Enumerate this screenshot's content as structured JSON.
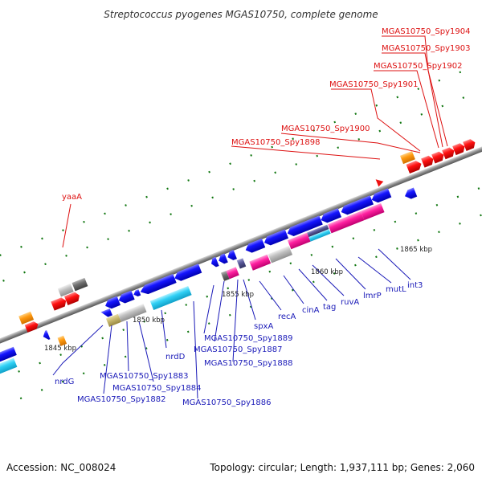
{
  "title": "Streptococcus pyogenes MGAS10750, complete genome",
  "footer": {
    "accession": "Accession: NC_008024",
    "summary": "Topology: circular; Length: 1,937,111 bp; Genes: 2,060"
  },
  "colors": {
    "red_label": "#dd1111",
    "blue_label": "#1a1ab8",
    "backbone": "#8f8f8f",
    "gene_blue": "#0b0bee",
    "gene_red": "#ee1111",
    "gene_magenta": "#ee1199",
    "gene_cyan": "#33ccee",
    "gene_orange": "#ff9900",
    "gene_gray": "#aaaaaa",
    "tick_green": "#117711"
  },
  "ticks": [
    {
      "id": "tick-1845",
      "label": "1845 kbp"
    },
    {
      "id": "tick-1850",
      "label": "1850 kbp"
    },
    {
      "id": "tick-1855",
      "label": "1855 kbp"
    },
    {
      "id": "tick-1860",
      "label": "1860 kbp"
    },
    {
      "id": "tick-1865",
      "label": "1865 kbp"
    }
  ],
  "red_labels": [
    {
      "id": "yaaA",
      "text": "yaaA"
    },
    {
      "id": "spy1898",
      "text": "MGAS10750_Spy1898"
    },
    {
      "id": "spy1900",
      "text": "MGAS10750_Spy1900"
    },
    {
      "id": "spy1901",
      "text": "MGAS10750_Spy1901"
    },
    {
      "id": "spy1902",
      "text": "MGAS10750_Spy1902"
    },
    {
      "id": "spy1903",
      "text": "MGAS10750_Spy1903"
    },
    {
      "id": "spy1904",
      "text": "MGAS10750_Spy1904"
    }
  ],
  "blue_labels": [
    {
      "id": "nrdG",
      "text": "nrdG"
    },
    {
      "id": "spy1882",
      "text": "MGAS10750_Spy1882"
    },
    {
      "id": "spy1883",
      "text": "MGAS10750_Spy1883"
    },
    {
      "id": "spy1884",
      "text": "MGAS10750_Spy1884"
    },
    {
      "id": "nrdD",
      "text": "nrdD"
    },
    {
      "id": "spy1886",
      "text": "MGAS10750_Spy1886"
    },
    {
      "id": "spy1889",
      "text": "MGAS10750_Spy1889"
    },
    {
      "id": "spy1887",
      "text": "MGAS10750_Spy1887"
    },
    {
      "id": "spy1888",
      "text": "MGAS10750_Spy1888"
    },
    {
      "id": "spxA",
      "text": "spxA"
    },
    {
      "id": "recA",
      "text": "recA"
    },
    {
      "id": "cinA",
      "text": "cinA"
    },
    {
      "id": "tag",
      "text": "tag"
    },
    {
      "id": "ruvA",
      "text": "ruvA"
    },
    {
      "id": "lmrP",
      "text": "lmrP"
    },
    {
      "id": "mutL",
      "text": "mutL"
    },
    {
      "id": "int3",
      "text": "int3"
    }
  ]
}
